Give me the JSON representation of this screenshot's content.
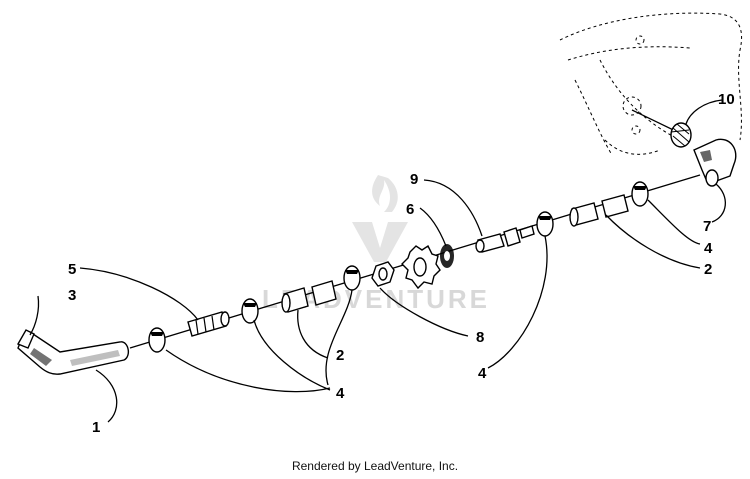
{
  "watermark": {
    "text": "LEADVENTURE",
    "logo_icon": "flame-v-logo-icon"
  },
  "callouts": [
    {
      "id": "c1",
      "label": "1"
    },
    {
      "id": "c2a",
      "label": "2"
    },
    {
      "id": "c2b",
      "label": "2"
    },
    {
      "id": "c3",
      "label": "3"
    },
    {
      "id": "c4a",
      "label": "4"
    },
    {
      "id": "c4b",
      "label": "4"
    },
    {
      "id": "c4c",
      "label": "4"
    },
    {
      "id": "c5",
      "label": "5"
    },
    {
      "id": "c6",
      "label": "6"
    },
    {
      "id": "c7",
      "label": "7"
    },
    {
      "id": "c8",
      "label": "8"
    },
    {
      "id": "c9",
      "label": "9"
    },
    {
      "id": "c10",
      "label": "10"
    }
  ],
  "footer": {
    "credit": "Rendered by LeadVenture, Inc."
  },
  "colors": {
    "ink": "#000000",
    "background": "#ffffff",
    "watermark": "#d4d4d4"
  }
}
